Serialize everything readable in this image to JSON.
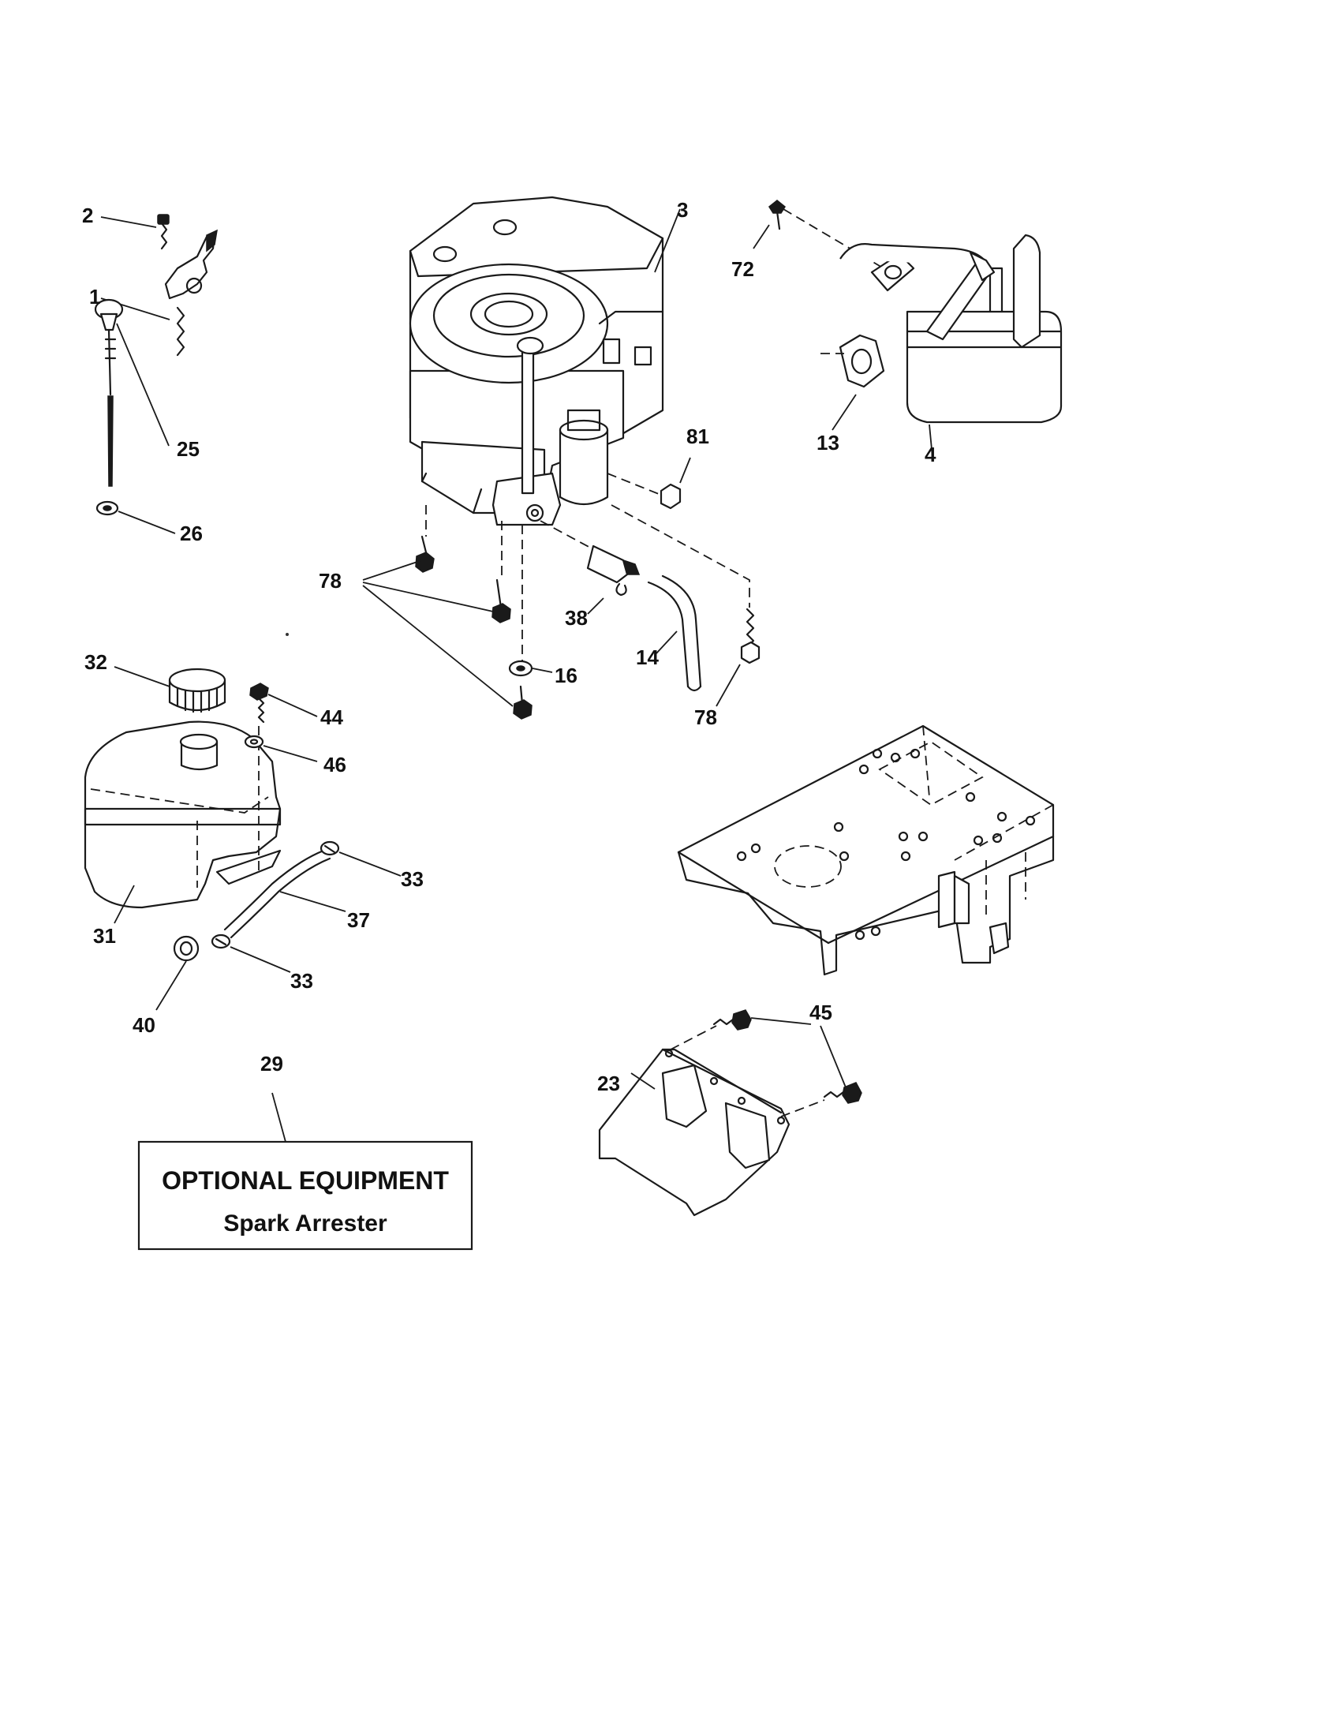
{
  "callouts": {
    "c1": "1",
    "c2": "2",
    "c3": "3",
    "c4": "4",
    "c13": "13",
    "c14": "14",
    "c16": "16",
    "c23": "23",
    "c25": "25",
    "c26": "26",
    "c29": "29",
    "c31": "31",
    "c32": "32",
    "c33a": "33",
    "c33b": "33",
    "c37": "37",
    "c38": "38",
    "c40": "40",
    "c44": "44",
    "c45": "45",
    "c46": "46",
    "c72": "72",
    "c78a": "78",
    "c78b": "78",
    "c81": "81"
  },
  "optional_box": {
    "title": "OPTIONAL EQUIPMENT",
    "subtitle": "Spark Arrester"
  }
}
